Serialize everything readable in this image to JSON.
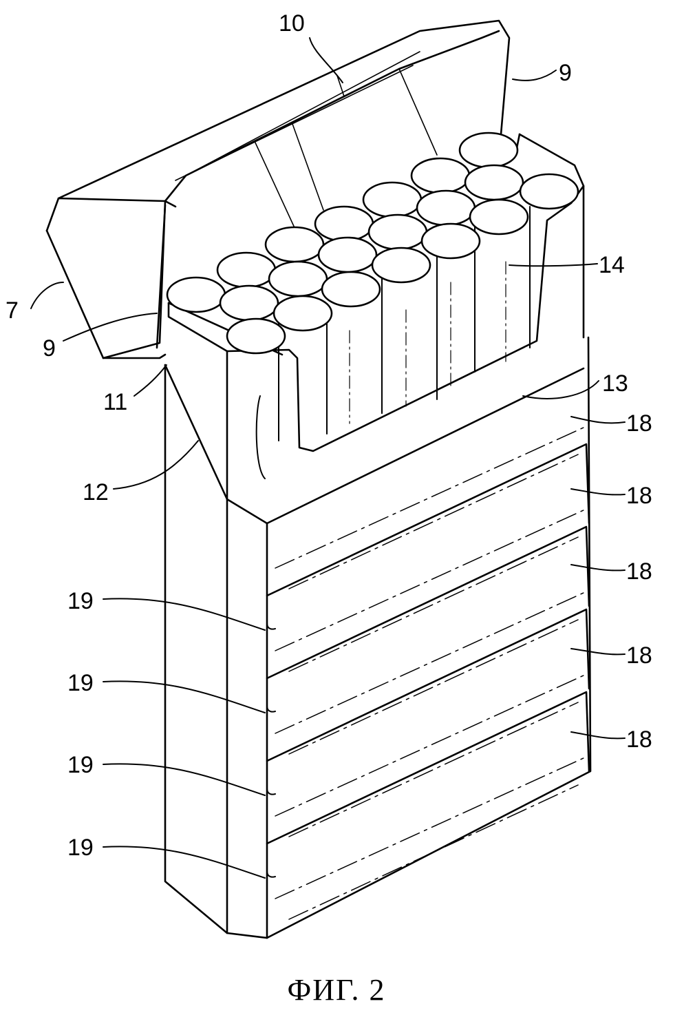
{
  "figure": {
    "caption": "ФИГ. 2",
    "labels": {
      "lid": "7",
      "lid_edge_right": "9",
      "lid_edge_left": "9",
      "hinge_line": "10",
      "hinge_corner": "11",
      "collar_edge": "12",
      "inner_frame": "13",
      "cigarette": "14",
      "band": "18",
      "band_end": "19"
    },
    "colors": {
      "ink": "#000000",
      "paper": "#ffffff"
    }
  }
}
